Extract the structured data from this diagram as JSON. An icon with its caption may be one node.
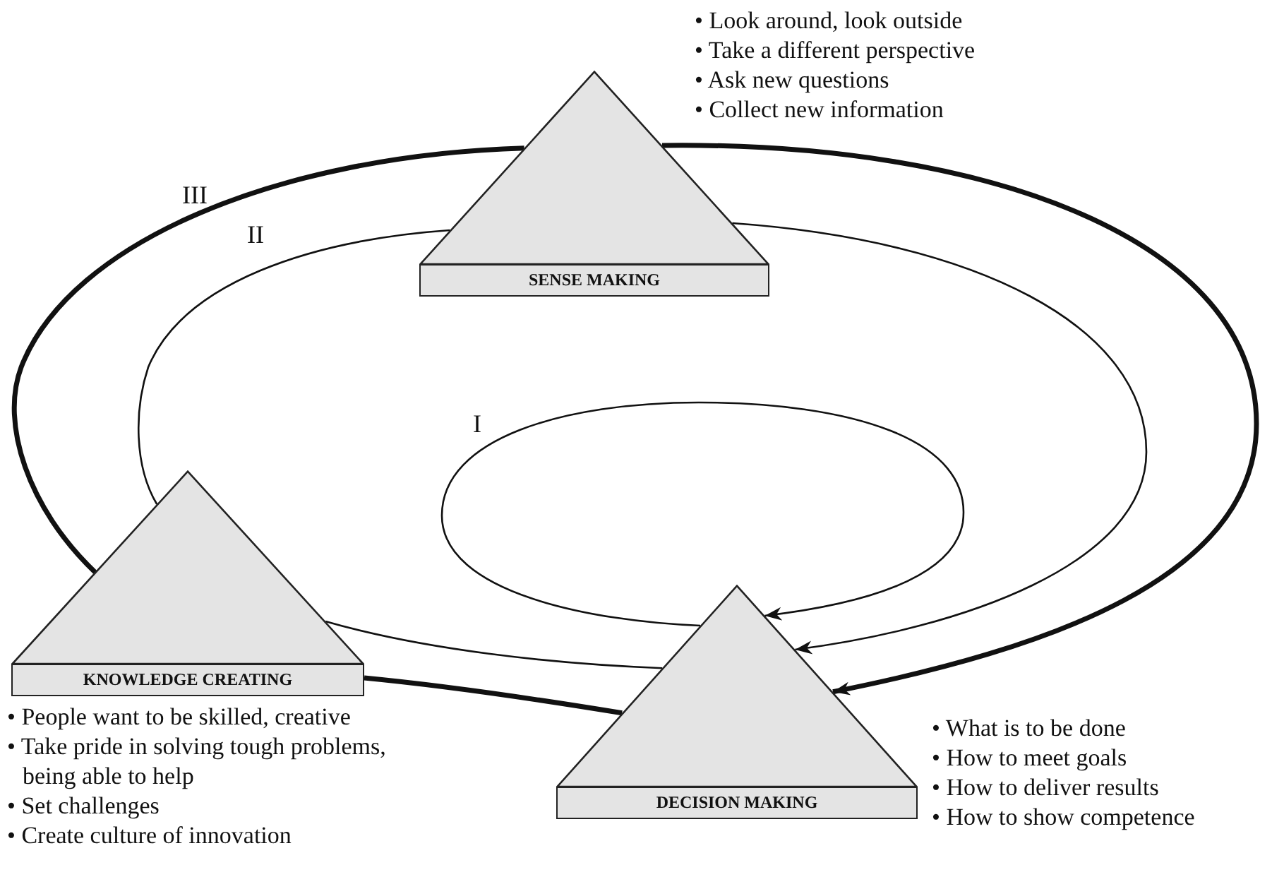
{
  "diagram": {
    "nodes": [
      {
        "text": [
          "SENSE MAKING"
        ],
        "beside": [
          "• Look around, look outside",
          "• Take a different perspective",
          "• Ask new questions",
          "• Collect new information"
        ]
      },
      {
        "text": [
          "KNOWLEDGE CREATING"
        ],
        "beside": [
          "• People want to be skilled, creative",
          "• Take pride in solving tough problems, being able to help",
          "• Set challenges",
          "• Create culture of innovation"
        ]
      },
      {
        "text": [
          "DECISION MAKING"
        ],
        "beside": [
          "• What is to be done",
          "• How to meet goals",
          "• How to deliver results",
          "• How to show competence"
        ]
      }
    ],
    "edges": [
      {
        "from": 2,
        "to": 2,
        "label": "I",
        "arrow": "to"
      },
      {
        "from": 2,
        "to": 1,
        "arrow": "none"
      },
      {
        "from": 1,
        "to": 0,
        "label": "II",
        "arrow": "none"
      },
      {
        "from": 0,
        "to": 2,
        "arrow": "to"
      },
      {
        "from": 2,
        "to": 1,
        "arrow": "none",
        "style": "thick"
      },
      {
        "from": 1,
        "to": 0,
        "label": "III",
        "arrow": "none",
        "style": "thick"
      },
      {
        "from": 0,
        "to": 2,
        "arrow": "to",
        "style": "thick"
      }
    ]
  }
}
